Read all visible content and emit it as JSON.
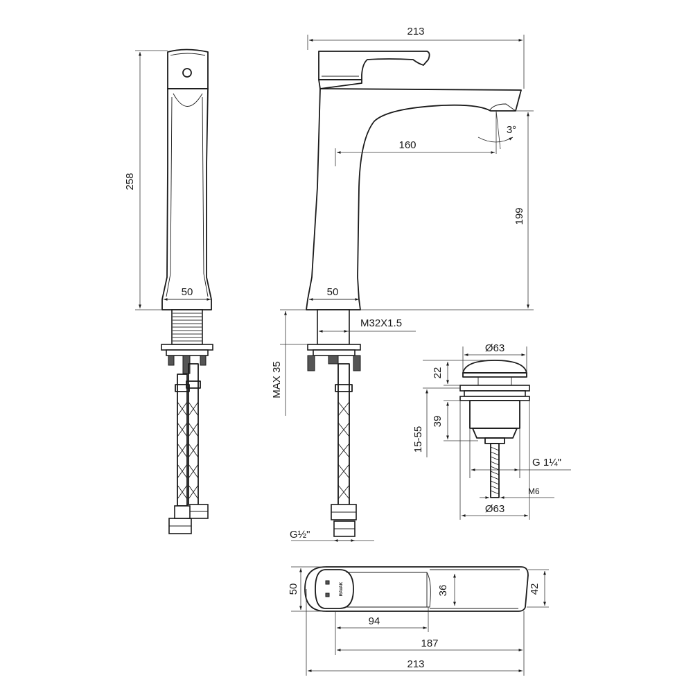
{
  "drawing": {
    "front_view": {
      "height": "258",
      "base_width": "50"
    },
    "side_view": {
      "total_length": "213",
      "spout_reach": "160",
      "spout_angle": "3°",
      "spout_height": "199",
      "base_width": "50",
      "thread": "M32X1.5",
      "max_deck": "MAX 35",
      "hose_thread": "G½\""
    },
    "drain": {
      "cap_diameter": "Ø63",
      "cap_height": "22",
      "body_height": "39",
      "range": "15-55",
      "thread": "G 1¼\"",
      "bolt": "M6",
      "flange_diameter": "Ø63"
    },
    "top_view": {
      "logo_text": "RAVAK",
      "width_left": "50",
      "width_mid": "36",
      "width_right": "42",
      "dist_94": "94",
      "dist_187": "187",
      "dist_213": "213"
    }
  }
}
